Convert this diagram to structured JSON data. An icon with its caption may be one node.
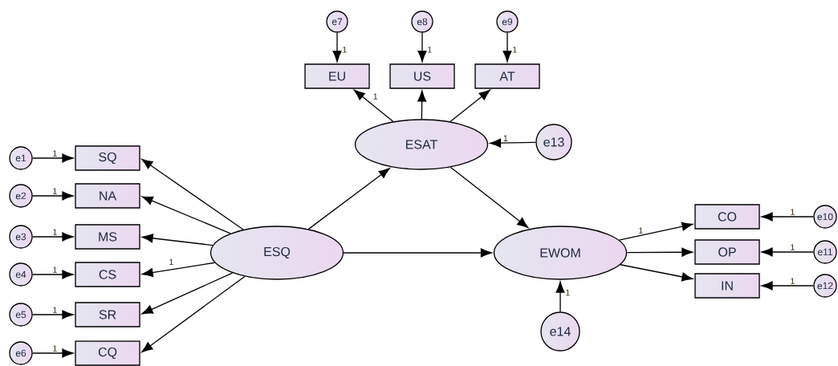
{
  "diagram": {
    "nodes": [
      {
        "text": [
          "e7"
        ]
      },
      {
        "text": [
          "e8"
        ]
      },
      {
        "text": [
          "e9"
        ]
      },
      {
        "text": [
          "EU"
        ]
      },
      {
        "text": [
          "US"
        ]
      },
      {
        "text": [
          "AT"
        ]
      },
      {
        "text": [
          "ESAT"
        ]
      },
      {
        "text": [
          "e13"
        ]
      },
      {
        "text": [
          "e1"
        ]
      },
      {
        "text": [
          "SQ"
        ]
      },
      {
        "text": [
          "e2"
        ]
      },
      {
        "text": [
          "NA"
        ]
      },
      {
        "text": [
          "e3"
        ]
      },
      {
        "text": [
          "MS"
        ]
      },
      {
        "text": [
          "e4"
        ]
      },
      {
        "text": [
          "CS"
        ]
      },
      {
        "text": [
          "e5"
        ]
      },
      {
        "text": [
          "SR"
        ]
      },
      {
        "text": [
          "e6"
        ]
      },
      {
        "text": [
          "CQ"
        ]
      },
      {
        "text": [
          "ESQ"
        ]
      },
      {
        "text": [
          "EWOM"
        ]
      },
      {
        "text": [
          "CO"
        ]
      },
      {
        "text": [
          "e10"
        ]
      },
      {
        "text": [
          "OP"
        ]
      },
      {
        "text": [
          "e11"
        ]
      },
      {
        "text": [
          "IN"
        ]
      },
      {
        "text": [
          "e12"
        ]
      },
      {
        "text": [
          "e14"
        ]
      }
    ],
    "edges": [
      {
        "from": 0,
        "to": 3,
        "arrow": "to",
        "label": "1"
      },
      {
        "from": 1,
        "to": 4,
        "arrow": "to",
        "label": "1"
      },
      {
        "from": 2,
        "to": 5,
        "arrow": "to",
        "label": "1"
      },
      {
        "from": 6,
        "to": 3,
        "arrow": "to",
        "label": "1"
      },
      {
        "from": 6,
        "to": 4,
        "arrow": "to"
      },
      {
        "from": 6,
        "to": 5,
        "arrow": "to"
      },
      {
        "from": 7,
        "to": 6,
        "arrow": "to",
        "label": "1"
      },
      {
        "from": 8,
        "to": 9,
        "arrow": "to",
        "label": "1"
      },
      {
        "from": 10,
        "to": 11,
        "arrow": "to",
        "label": "1"
      },
      {
        "from": 12,
        "to": 13,
        "arrow": "to",
        "label": "1"
      },
      {
        "from": 14,
        "to": 15,
        "arrow": "to",
        "label": "1"
      },
      {
        "from": 16,
        "to": 17,
        "arrow": "to",
        "label": "1"
      },
      {
        "from": 18,
        "to": 19,
        "arrow": "to",
        "label": "1"
      },
      {
        "from": 20,
        "to": 9,
        "arrow": "to"
      },
      {
        "from": 20,
        "to": 11,
        "arrow": "to"
      },
      {
        "from": 20,
        "to": 13,
        "arrow": "to"
      },
      {
        "from": 20,
        "to": 15,
        "arrow": "to",
        "label": "1"
      },
      {
        "from": 20,
        "to": 17,
        "arrow": "to"
      },
      {
        "from": 20,
        "to": 19,
        "arrow": "to"
      },
      {
        "from": 20,
        "to": 6,
        "arrow": "to"
      },
      {
        "from": 20,
        "to": 21,
        "arrow": "to"
      },
      {
        "from": 6,
        "to": 21,
        "arrow": "to"
      },
      {
        "from": 21,
        "to": 22,
        "arrow": "to",
        "label": "1"
      },
      {
        "from": 21,
        "to": 24,
        "arrow": "to"
      },
      {
        "from": 21,
        "to": 26,
        "arrow": "to"
      },
      {
        "from": 23,
        "to": 22,
        "arrow": "to",
        "label": "1"
      },
      {
        "from": 25,
        "to": 24,
        "arrow": "to",
        "label": "1"
      },
      {
        "from": 27,
        "to": 26,
        "arrow": "to",
        "label": "1"
      },
      {
        "from": 28,
        "to": 21,
        "arrow": "to",
        "label": "1"
      }
    ]
  }
}
